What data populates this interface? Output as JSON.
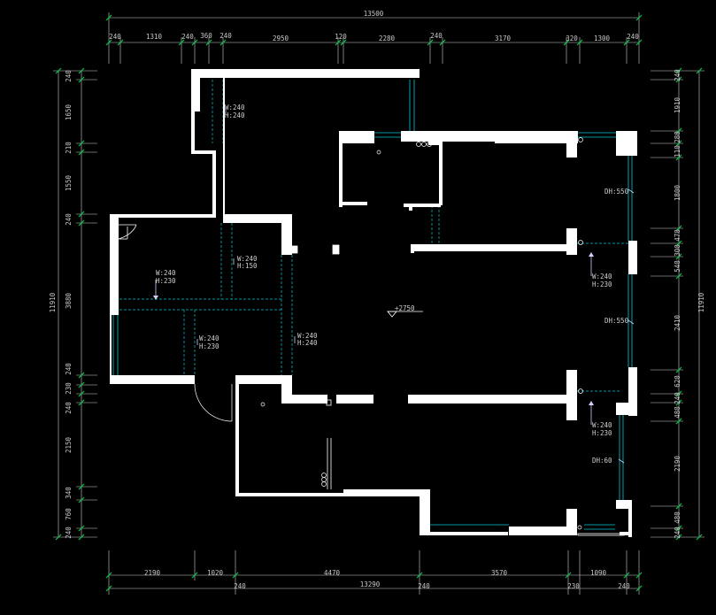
{
  "colors": {
    "background": "#000000",
    "wall": "#ffffff",
    "dimension_line": "#cfcfcf",
    "dimension_tick": "#00cc44",
    "window": "#00c8d8",
    "text": "#cfcfcf"
  },
  "dimensions": {
    "top": {
      "total": "13500",
      "segments": [
        "240",
        "1310",
        "240",
        "360",
        "240",
        "2950",
        "120",
        "2280",
        "240",
        "3170",
        "320",
        "1300",
        "240"
      ]
    },
    "bottom": {
      "total": "13290",
      "upper": [
        "2190",
        "1020",
        "4470",
        "3570",
        "1090"
      ],
      "lower": [
        "240",
        "240",
        "230",
        "240"
      ]
    },
    "left": {
      "total": "11910",
      "segments": [
        "240",
        "1650",
        "210",
        "1550",
        "240",
        "3880",
        "240",
        "230",
        "240",
        "2150",
        "340",
        "760",
        "240"
      ]
    },
    "right": {
      "total": "11910",
      "segments": [
        "240",
        "1910",
        "280",
        "110",
        "1800",
        "470",
        "300",
        "540",
        "2410",
        "620",
        "240",
        "480",
        "2190",
        "480",
        "240"
      ]
    }
  },
  "annotations": {
    "opening_1": {
      "w": "W:240",
      "h": "H:240"
    },
    "opening_2": {
      "w": "W:240",
      "h": "H:150"
    },
    "opening_3": {
      "w": "W:240",
      "h": "H:230"
    },
    "opening_4": {
      "w": "W:240",
      "h": "H:230"
    },
    "opening_5": {
      "w": "W:240",
      "h": "H:240"
    },
    "opening_6": {
      "w": "W:240",
      "h": "H:230"
    },
    "opening_7": {
      "w": "W:240",
      "h": "H:230"
    },
    "dh_1": "DH:550",
    "dh_2": "DH:550",
    "dh_3": "DH:60",
    "elevation": "+2750"
  }
}
